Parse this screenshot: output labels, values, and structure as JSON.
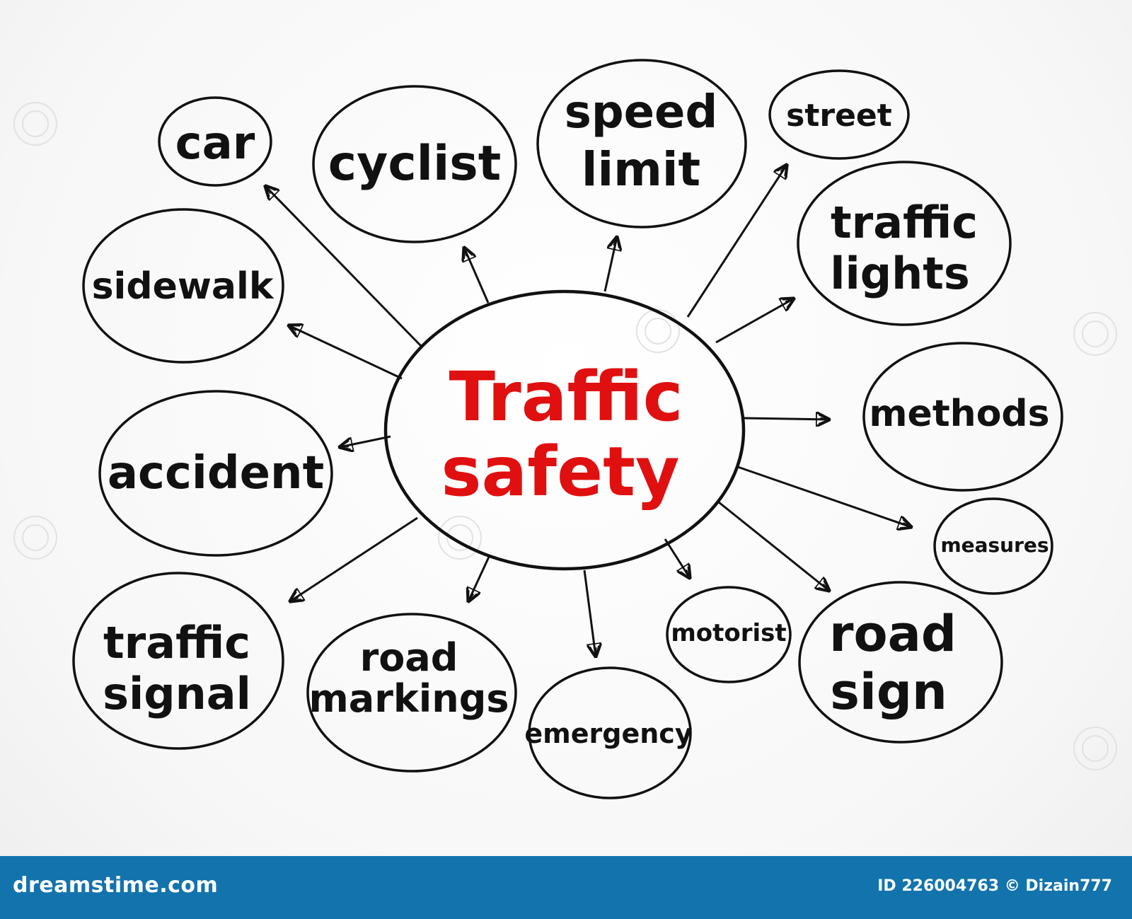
{
  "center": {
    "line1": "Traffic",
    "line2": "safety"
  },
  "nodes": {
    "car": {
      "lines": [
        "car"
      ]
    },
    "cyclist": {
      "lines": [
        "cyclist"
      ]
    },
    "speed_limit": {
      "lines": [
        "speed",
        "limit"
      ]
    },
    "street": {
      "lines": [
        "street"
      ]
    },
    "traffic_lights": {
      "lines": [
        "traffic",
        "lights"
      ]
    },
    "methods": {
      "lines": [
        "methods"
      ]
    },
    "measures": {
      "lines": [
        "measures"
      ]
    },
    "road_sign": {
      "lines": [
        "road",
        "sign"
      ]
    },
    "motorist": {
      "lines": [
        "motorist"
      ]
    },
    "emergency": {
      "lines": [
        "emergency"
      ]
    },
    "road_markings": {
      "lines": [
        "road",
        "markings"
      ]
    },
    "traffic_signal": {
      "lines": [
        "traffic",
        "signal"
      ]
    },
    "accident": {
      "lines": [
        "accident"
      ]
    },
    "sidewalk": {
      "lines": [
        "sidewalk"
      ]
    }
  },
  "footer": {
    "brand": "dreamstime.com",
    "credit": "ID 226004763 © Dizain777"
  },
  "colors": {
    "center_text": "#e01010",
    "node_text": "#111111",
    "footer_bg": "#1273ad"
  }
}
